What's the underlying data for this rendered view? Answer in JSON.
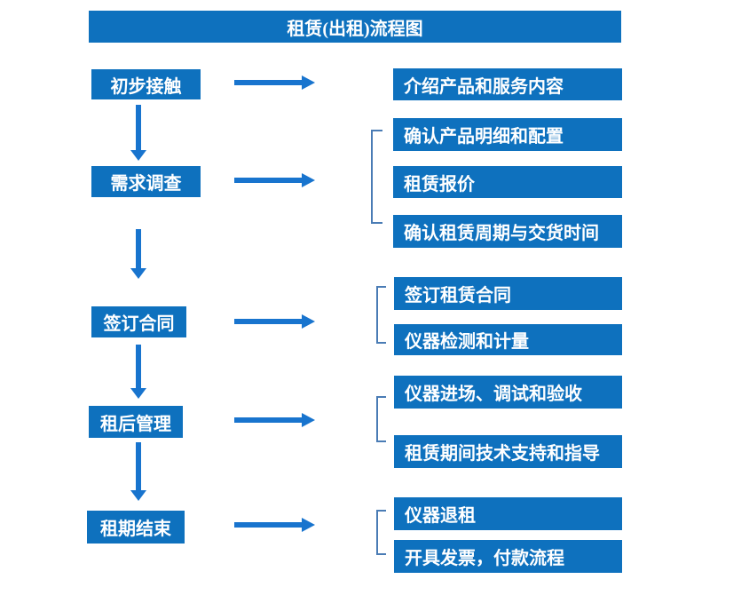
{
  "title": "租赁(出租)流程图",
  "colors": {
    "box_blue": "#0E71BE",
    "arrow_blue": "#1874CE",
    "bracket_blue": "#4A7CB5",
    "text_white": "#FFFFFF",
    "background": "#FFFFFF"
  },
  "diagram_type": "flowchart",
  "steps": [
    {
      "label": "初步接触",
      "details": [
        "介绍产品和服务内容"
      ]
    },
    {
      "label": "需求调查",
      "details": [
        "确认产品明细和配置",
        "租赁报价",
        "确认租赁周期与交货时间"
      ]
    },
    {
      "label": "签订合同",
      "details": [
        "签订租赁合同",
        "仪器检测和计量"
      ]
    },
    {
      "label": "租后管理",
      "details": [
        "仪器进场、调试和验收",
        "租赁期间技术支持和指导"
      ]
    },
    {
      "label": "租期结束",
      "details": [
        "仪器退租",
        "开具发票，付款流程"
      ]
    }
  ]
}
